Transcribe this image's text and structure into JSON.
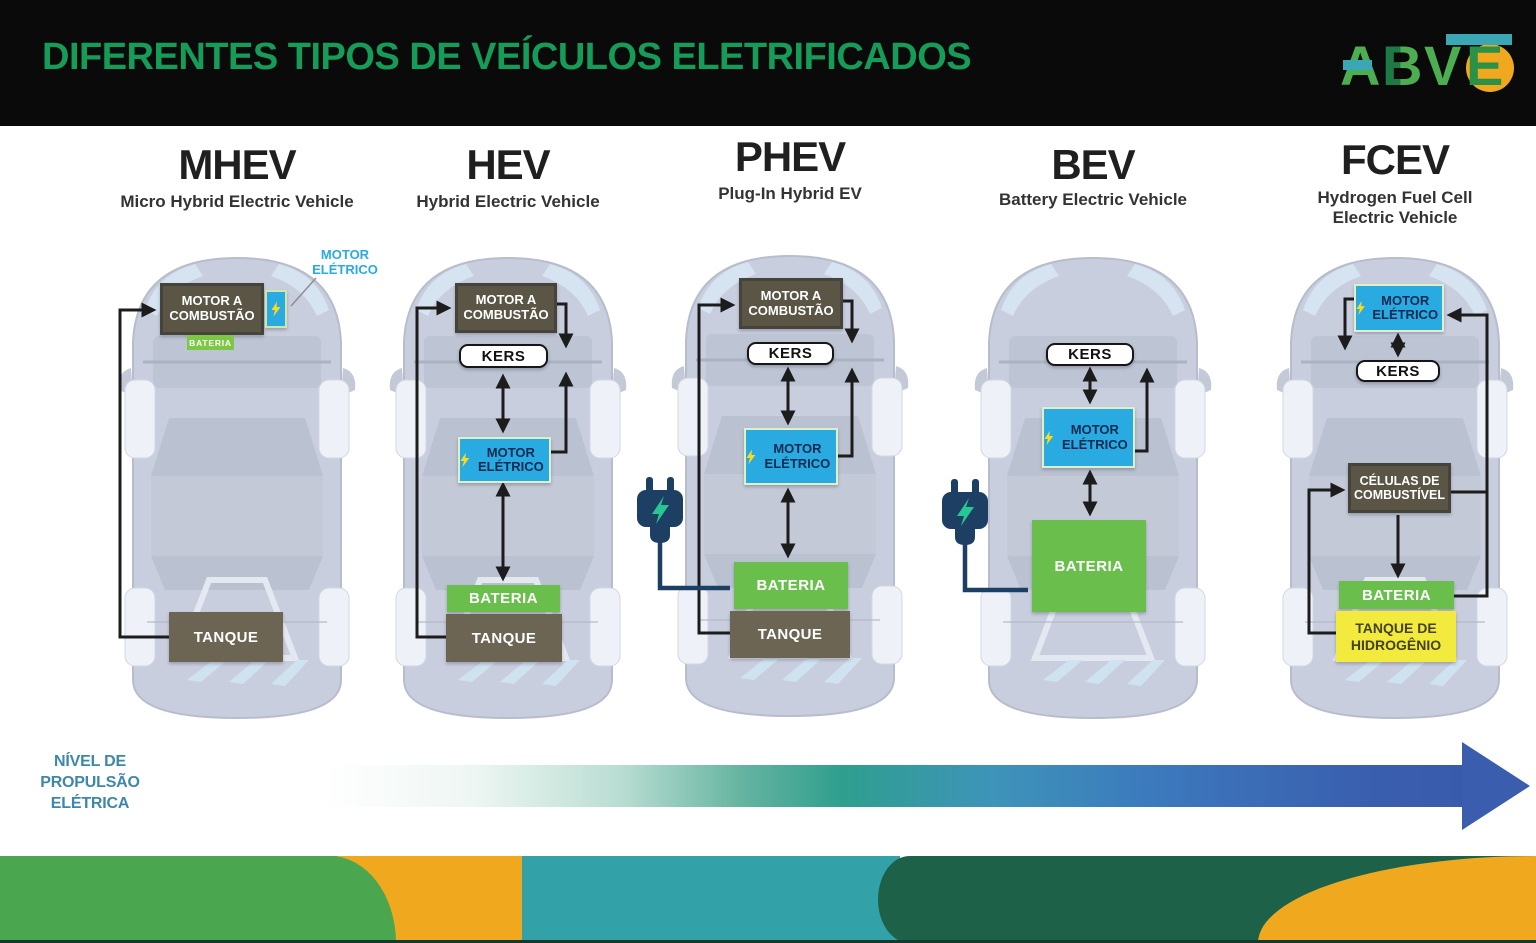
{
  "header": {
    "title": "DIFERENTES TIPOS DE VEÍCULOS ELETRIFICADOS",
    "logo": {
      "name": "ABVE",
      "letters": [
        "A",
        "B",
        "V",
        "E"
      ]
    }
  },
  "vehicles": [
    {
      "acronym": "MHEV",
      "name": "Micro Hybrid Electric Vehicle",
      "components": {
        "engine": "MOTOR A COMBUSTÃO",
        "electric_motor_label": "MOTOR ELÉTRICO",
        "battery": "BATERIA",
        "tank": "TANQUE"
      }
    },
    {
      "acronym": "HEV",
      "name": "Hybrid Electric Vehicle",
      "components": {
        "engine": "MOTOR A COMBUSTÃO",
        "kers": "KERS",
        "electric_motor": "MOTOR ELÉTRICO",
        "battery": "BATERIA",
        "tank": "TANQUE"
      }
    },
    {
      "acronym": "PHEV",
      "name": "Plug-In Hybrid EV",
      "components": {
        "engine": "MOTOR A COMBUSTÃO",
        "kers": "KERS",
        "electric_motor": "MOTOR ELÉTRICO",
        "battery": "BATERIA",
        "tank": "TANQUE"
      }
    },
    {
      "acronym": "BEV",
      "name": "Battery Electric Vehicle",
      "components": {
        "kers": "KERS",
        "electric_motor": "MOTOR ELÉTRICO",
        "battery": "BATERIA"
      }
    },
    {
      "acronym": "FCEV",
      "name": "Hydrogen Fuel Cell Electric Vehicle",
      "components": {
        "electric_motor": "MOTOR ELÉTRICO",
        "kers": "KERS",
        "fuel_cells": "CÉLULAS DE COMBUSTÍVEL",
        "battery": "BATERIA",
        "hydrogen_tank": "TANQUE DE HIDROGÊNIO"
      }
    }
  ],
  "axis": {
    "label": "NÍVEL DE PROPULSÃO ELÉTRICA"
  },
  "colors": {
    "title_green": "#169c59",
    "header_bg": "#0a0a0a",
    "engine_box": "#5a5544",
    "tank_box": "#6d6553",
    "electric_motor_box": "#29abe2",
    "battery_box": "#6abf4c",
    "hydrogen_tank_box": "#f2ea3d",
    "kers_box": "#ffffff",
    "plug_navy": "#1d3f63",
    "plug_bolt_green": "#27c793",
    "bolt_yellow": "#ffd91c",
    "axis_label_blue": "#3d87a8",
    "arrow_blue": "#3a5dae",
    "band_green": "#4aa64f",
    "band_yellow": "#f0a81e",
    "band_teal": "#33a2a8",
    "band_dark_green": "#1c6148"
  }
}
